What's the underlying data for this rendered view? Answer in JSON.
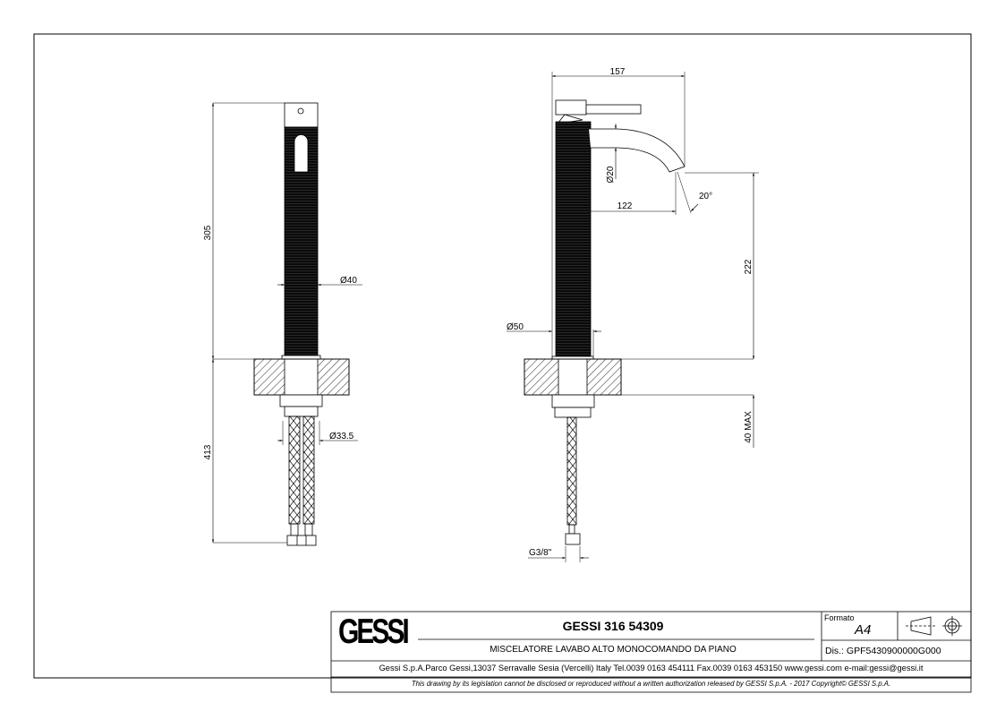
{
  "title_block": {
    "logo_text": "GESSI",
    "product_code": "GESSI 316 54309",
    "description": "MISCELATORE LAVABO ALTO MONOCOMANDO DA PIANO",
    "format_label": "Formato",
    "format_value": "A4",
    "projection_symbol": "first-angle-projection-icon",
    "drawing_number": "Dis.: GPF5430900000G000",
    "address": "Gessi S.p.A.Parco Gessi,13037 Serravalle Sesia (Vercelli) Italy Tel.0039 0163 454111 Fax.0039 0163 453150 www.gessi.com e-mail:gessi@gessi.it",
    "copyright": "This drawing by its legislation cannot be disclosed or reproduced without a written authorization released by GESSI S.p.A. - 2017 Copyright© GESSI S.p.A."
  },
  "front_view": {
    "height_above": "305",
    "height_below": "413",
    "body_diameter": "Ø40",
    "connector_diameter": "Ø33.5"
  },
  "side_view": {
    "total_depth": "157",
    "spout_diameter": "Ø20",
    "spout_reach": "122",
    "spout_angle": "20°",
    "spout_height": "222",
    "base_diameter": "Ø50",
    "max_counter_thickness": "40 MAX",
    "thread": "G3/8\""
  }
}
